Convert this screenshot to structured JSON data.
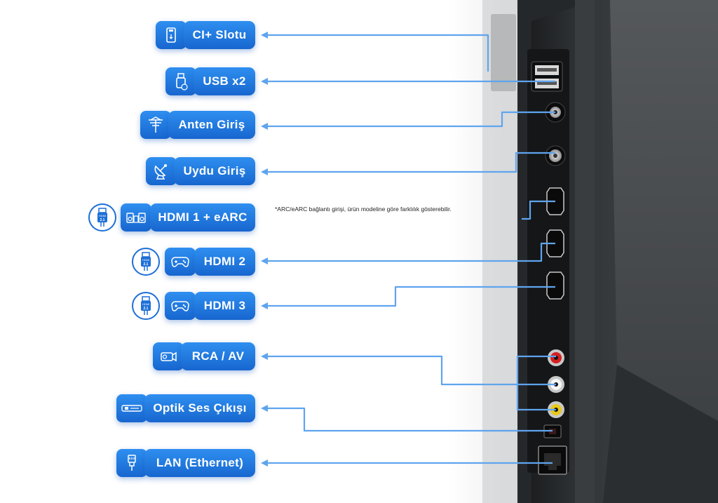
{
  "colors": {
    "accent": "#1e78e0",
    "connector_line": "#5fa4ee",
    "tv_body": "#2a2d30"
  },
  "note": "*ARC/eARC bağlantı girişi, ürün modeline göre farklılık gösterebilir.",
  "hdmi_badge": "HDMI 2.1",
  "ports": [
    {
      "label": "CI+ Slotu",
      "icon": "ci-card-icon"
    },
    {
      "label": "USB x2",
      "icon": "usb-icon"
    },
    {
      "label": "Anten Giriş",
      "icon": "antenna-icon"
    },
    {
      "label": "Uydu Giriş",
      "icon": "satellite-dish-icon"
    },
    {
      "label": "HDMI 1 + eARC",
      "icon": "soundbar-icon",
      "hdmi_version": "2.1"
    },
    {
      "label": "HDMI 2",
      "icon": "gamepad-icon",
      "hdmi_version": "2.1"
    },
    {
      "label": "HDMI 3",
      "icon": "gamepad-icon",
      "hdmi_version": "2.1"
    },
    {
      "label": "RCA / AV",
      "icon": "camcorder-icon"
    },
    {
      "label": "Optik Ses Çıkışı",
      "icon": "optical-cable-icon"
    },
    {
      "label": "LAN (Ethernet)",
      "icon": "ethernet-plug-icon"
    }
  ]
}
